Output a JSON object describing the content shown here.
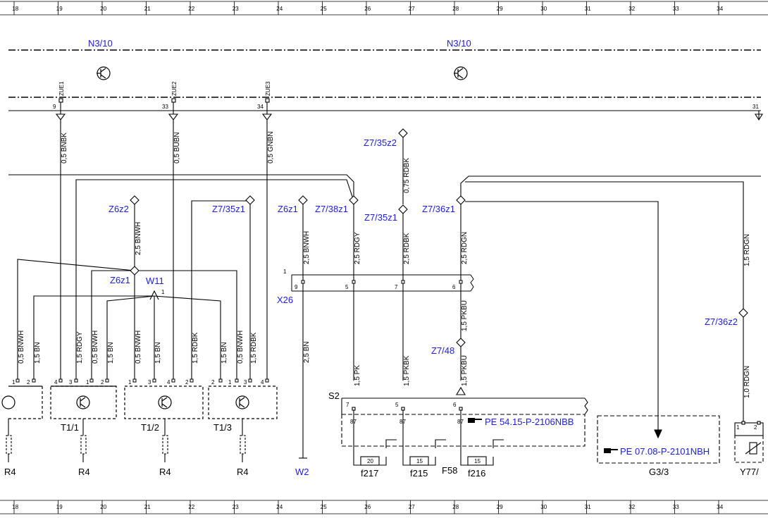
{
  "grid": {
    "columns": [
      "18",
      "19",
      "20",
      "21",
      "22",
      "23",
      "24",
      "25",
      "26",
      "27",
      "28",
      "29",
      "30",
      "31",
      "32",
      "33",
      "34"
    ]
  },
  "modules": {
    "n3_10_left": "N3/10",
    "n3_10_right": "N3/10",
    "zue1": "ZUE1",
    "zue2": "ZUE2",
    "zue3": "ZUE3",
    "pin9": "9",
    "pin33": "33",
    "pin34": "34",
    "pin31": "31"
  },
  "wires": {
    "w_bnbk": "0,5 BNBK",
    "w_bubn": "0,5 BUBN",
    "w_gnbn": "0,5 GNBN",
    "w_rdbk_075": "0,75 RDBK",
    "w_bnwh_25_a": "2,5 BNWH",
    "w_bnwh_25_b": "2,5 BNWH",
    "w_rdgy_25": "2,5 RDGY",
    "w_rdbk_25": "2,5 RDBK",
    "w_rdgn_25": "2,5 RDGN",
    "w_rdgn_15": "1,5 RDGN",
    "w_pkbu_15_a": "1,5 PKBU",
    "w_pkbu_15_b": "1,5 PKBU",
    "w_bn_25": "2,5 BN",
    "w_pk_15": "1,5 PK",
    "w_pkbk_15": "1,5 PKBK",
    "w_rdgn_10": "1,0 RDGN",
    "w_bnwh_05_a": "0,5 BNWH",
    "w_bn_15_a": "1,5 BN",
    "w_rdgy_15": "1,5 RDGY",
    "w_bnwh_05_b": "0,5 BNWH",
    "w_bn_15_b": "1,5 BN",
    "w_bnwh_05_c": "0,5 BNWH",
    "w_bn_15_c": "1,5 BN",
    "w_rdbk_15_a": "1,5 RDBK",
    "w_bn_15_d": "1,5 BN",
    "w_bnwh_05_d": "0,5 BNWH",
    "w_rdbk_15_b": "1,5 RDBK"
  },
  "nodes": {
    "z7_35z2": "Z7/35z2",
    "z6z2": "Z6z2",
    "z7_35z1_a": "Z7/35z1",
    "z6z1_a": "Z6z1",
    "z7_38z1": "Z7/38z1",
    "z7_35z1_b": "Z7/35z1",
    "z7_36z1": "Z7/36z1",
    "z6z1_b": "Z6z1",
    "w11": "W11",
    "w11_pin": "1",
    "x26": "X26",
    "x26_pin1": "1",
    "x26_p9": "9",
    "x26_p5": "5",
    "x26_p7": "7",
    "x26_p6": "6",
    "z7_48": "Z7/48",
    "z7_36z2": "Z7/36z2",
    "s2": "S2",
    "s2_p7": "7",
    "s2_p5": "5",
    "s2_p6": "6",
    "s2_87a": "87",
    "s2_87b": "87",
    "s2_87c": "87",
    "pe_5415": "PE 54.15-P-2106NBB",
    "pe_0708": "PE 07.08-P-2101NBH",
    "f217": "f217",
    "f215": "f215",
    "f58": "F58",
    "f216": "f216",
    "fuse20": "20",
    "fuse15a": "15",
    "fuse15b": "15",
    "g3_3": "G3/3",
    "y77": "Y77/",
    "w2": "W2",
    "t1_1": "T1/1",
    "t1_2": "T1/2",
    "t1_3": "T1/3",
    "r4_0": "R4",
    "r4_1": "R4",
    "r4_2": "R4",
    "r4_3": "R4",
    "tp0_1": "1",
    "tp0_2": "2",
    "tp1_4": "4",
    "tp1_3": "3",
    "tp1_1": "1",
    "tp1_2": "2",
    "tp2_1": "1",
    "tp2_3": "3",
    "tp2_4": "4",
    "tp2_2": "2",
    "tp3_2": "2",
    "tp3_1": "1",
    "tp3_3": "3",
    "tp3_4": "4",
    "y_1": "1",
    "y_2": "2"
  },
  "colors": {
    "label_blue": "#1a1aff",
    "line": "#000000"
  },
  "icons": [
    "transistor-icon",
    "hand-pointer-icon",
    "resistor-icon",
    "ground-icon",
    "node-diamond-icon",
    "connector-pin-icon"
  ]
}
